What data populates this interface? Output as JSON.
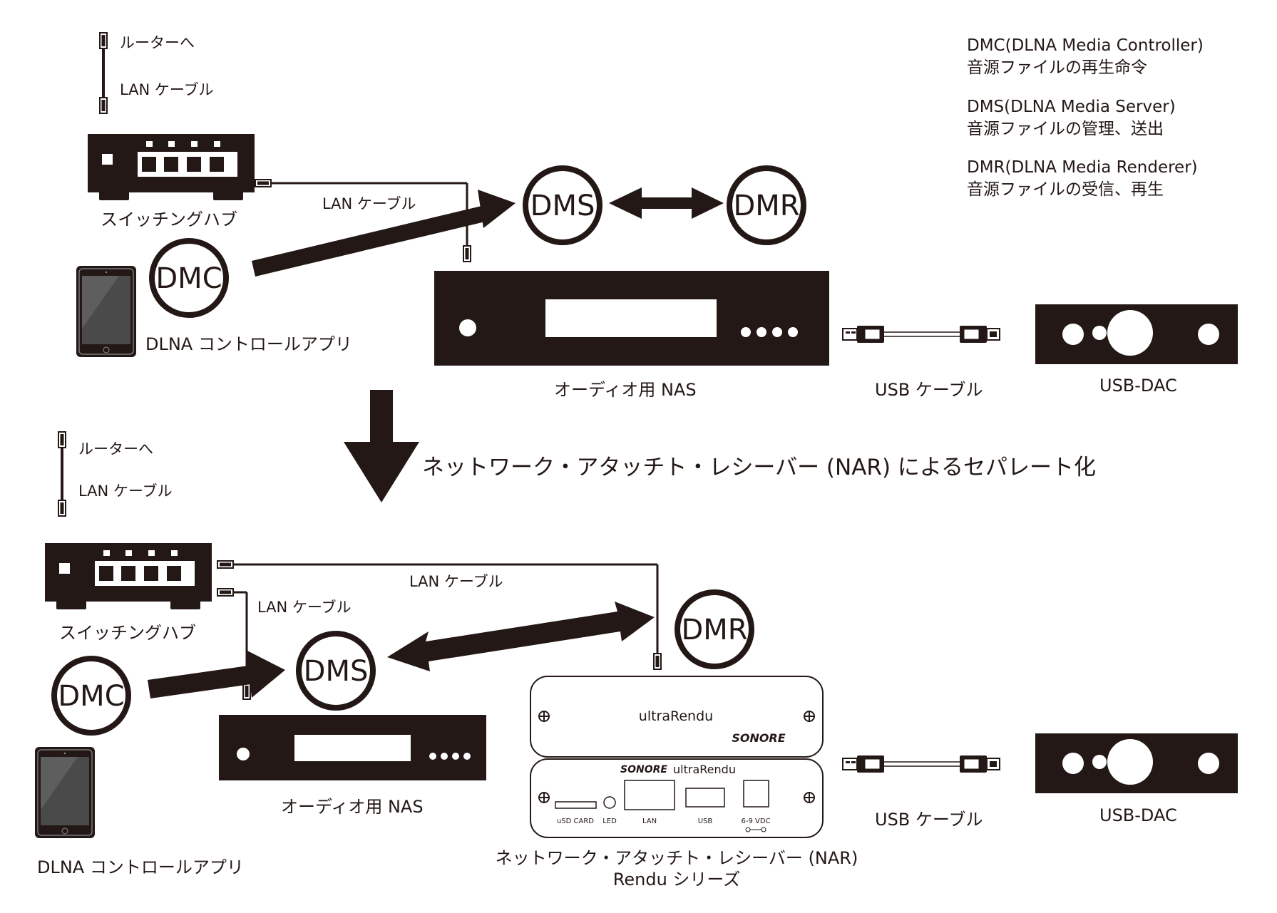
{
  "legend": [
    {
      "title": "DMC(DLNA Media Controller)",
      "desc": "音源ファイルの再生命令"
    },
    {
      "title": "DMS(DLNA Media Server)",
      "desc": "音源ファイルの管理、送出"
    },
    {
      "title": "DMR(DLNA Media Renderer)",
      "desc": "音源ファイルの受信、再生"
    }
  ],
  "badges": {
    "dmc": "DMC",
    "dms": "DMS",
    "dmr": "DMR"
  },
  "labels": {
    "to_router": "ルーターへ",
    "lan_cable": "LAN ケーブル",
    "switching_hub": "スイッチングハブ",
    "dlna_app": "DLNA コントロールアプリ",
    "audio_nas": "オーディオ用 NAS",
    "usb_cable": "USB ケーブル",
    "usb_dac": "USB-DAC",
    "transition": "ネットワーク・アタッチト・レシーバー (NAR) によるセパレート化",
    "nar_line1": "ネットワーク・アタッチト・レシーバー (NAR)",
    "nar_line2": "Rendu シリーズ"
  },
  "device": {
    "model": "ultraRendu",
    "brand": "SONORE",
    "ports": [
      "uSD CARD",
      "LED",
      "LAN",
      "USB",
      "6-9 VDC"
    ]
  },
  "colors": {
    "ink": "#231815",
    "paper": "#ffffff",
    "cable_gray": "#cccccc"
  }
}
